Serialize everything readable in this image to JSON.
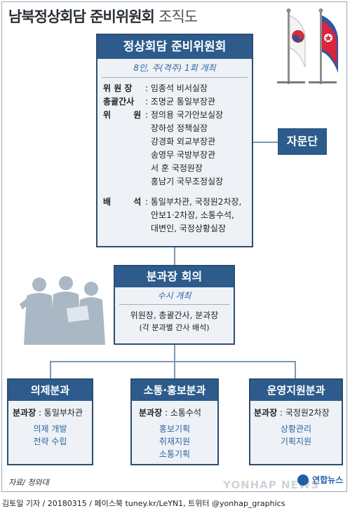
{
  "title": {
    "main": "남북정상회담 준비위원회",
    "sub": "조직도"
  },
  "committee": {
    "name": "정상회담 준비위원회",
    "schedule": "8인, 주(격주) 1회 개최",
    "members": [
      {
        "role": "위 원 장",
        "lines": [
          "임종석 비서실장"
        ]
      },
      {
        "role": "총괄간사",
        "lines": [
          "조명균 통일부장관"
        ]
      },
      {
        "role": "위 원",
        "lines": [
          "정의용 국가안보실장",
          "장하성 정책실장",
          "강경화 외교부장관",
          "송영무 국방부장관",
          "서 훈 국정원장",
          "홍남기 국무조정실장"
        ]
      },
      {
        "role": "배 석",
        "lines": [
          "통일부차관, 국정원2차장,",
          "안보1·2차장, 소통수석,",
          "대변인, 국정상황실장"
        ]
      }
    ]
  },
  "advisory": {
    "name": "자문단"
  },
  "division_meeting": {
    "name": "분과장 회의",
    "schedule": "수시 개최",
    "line1": "위원장, 총괄간사, 분과장",
    "line2": "(각 분과별 간사 배석)"
  },
  "divisions": [
    {
      "name": "의제분과",
      "head_label": "분과장",
      "head": "통일부차관",
      "tasks": [
        "의제 개발",
        "전략 수립"
      ]
    },
    {
      "name": "소통·홍보분과",
      "head_label": "분과장",
      "head": "소통수석",
      "tasks": [
        "홍보기획",
        "취재지원",
        "소통기획"
      ]
    },
    {
      "name": "운영지원분과",
      "head_label": "분과장",
      "head": "국정원2차장",
      "tasks": [
        "상황관리",
        "기획지원"
      ]
    }
  ],
  "source": "자료/ 청와대",
  "watermark": "YONHAP NEWS",
  "logo_text": "연합뉴스",
  "credit": "김토일 기자 / 20180315 / 페이스북 tuney.kr/LeYN1, 트위터 @yonhap_graphics",
  "colors": {
    "navy": "#2c5b8c",
    "border": "#2f4d6f",
    "accent_text": "#2f64a3",
    "panel": "#eef2f6"
  }
}
